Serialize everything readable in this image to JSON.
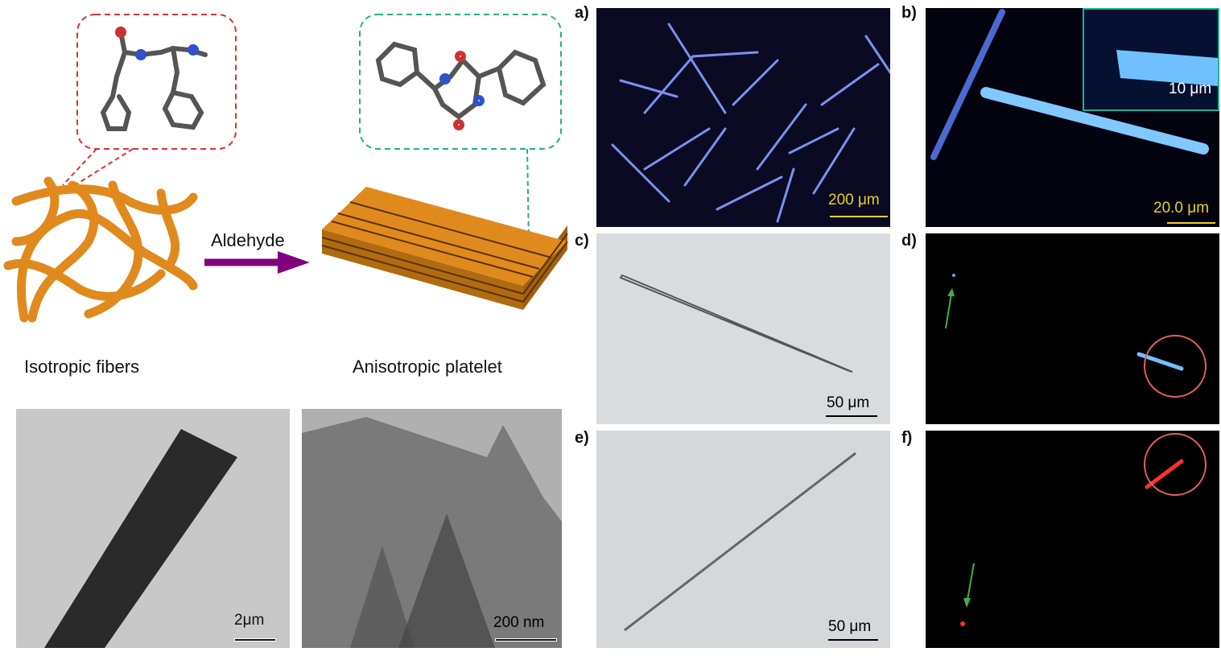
{
  "scheme": {
    "reagent_label": "Aldehyde",
    "left_label": "Isotropic fibers",
    "right_label": "Anisotropic platelet"
  },
  "tem": [
    {
      "scale": "2μm"
    },
    {
      "scale": "200 nm"
    }
  ],
  "panels": [
    {
      "label": "a)",
      "scale": "200 μm"
    },
    {
      "label": "b)",
      "scale": "20.0 μm",
      "inset_scale": "10 μm"
    },
    {
      "label": "c)",
      "scale": "50 μm"
    },
    {
      "label": "d)"
    },
    {
      "label": "e)",
      "scale": "50 μm"
    },
    {
      "label": "f)"
    }
  ],
  "colors": {
    "fiber": "#e08a1e",
    "arrow": "#800080",
    "red_box": "#e03030",
    "teal_box": "#20b090",
    "scale_yellow": "#e8d020"
  }
}
